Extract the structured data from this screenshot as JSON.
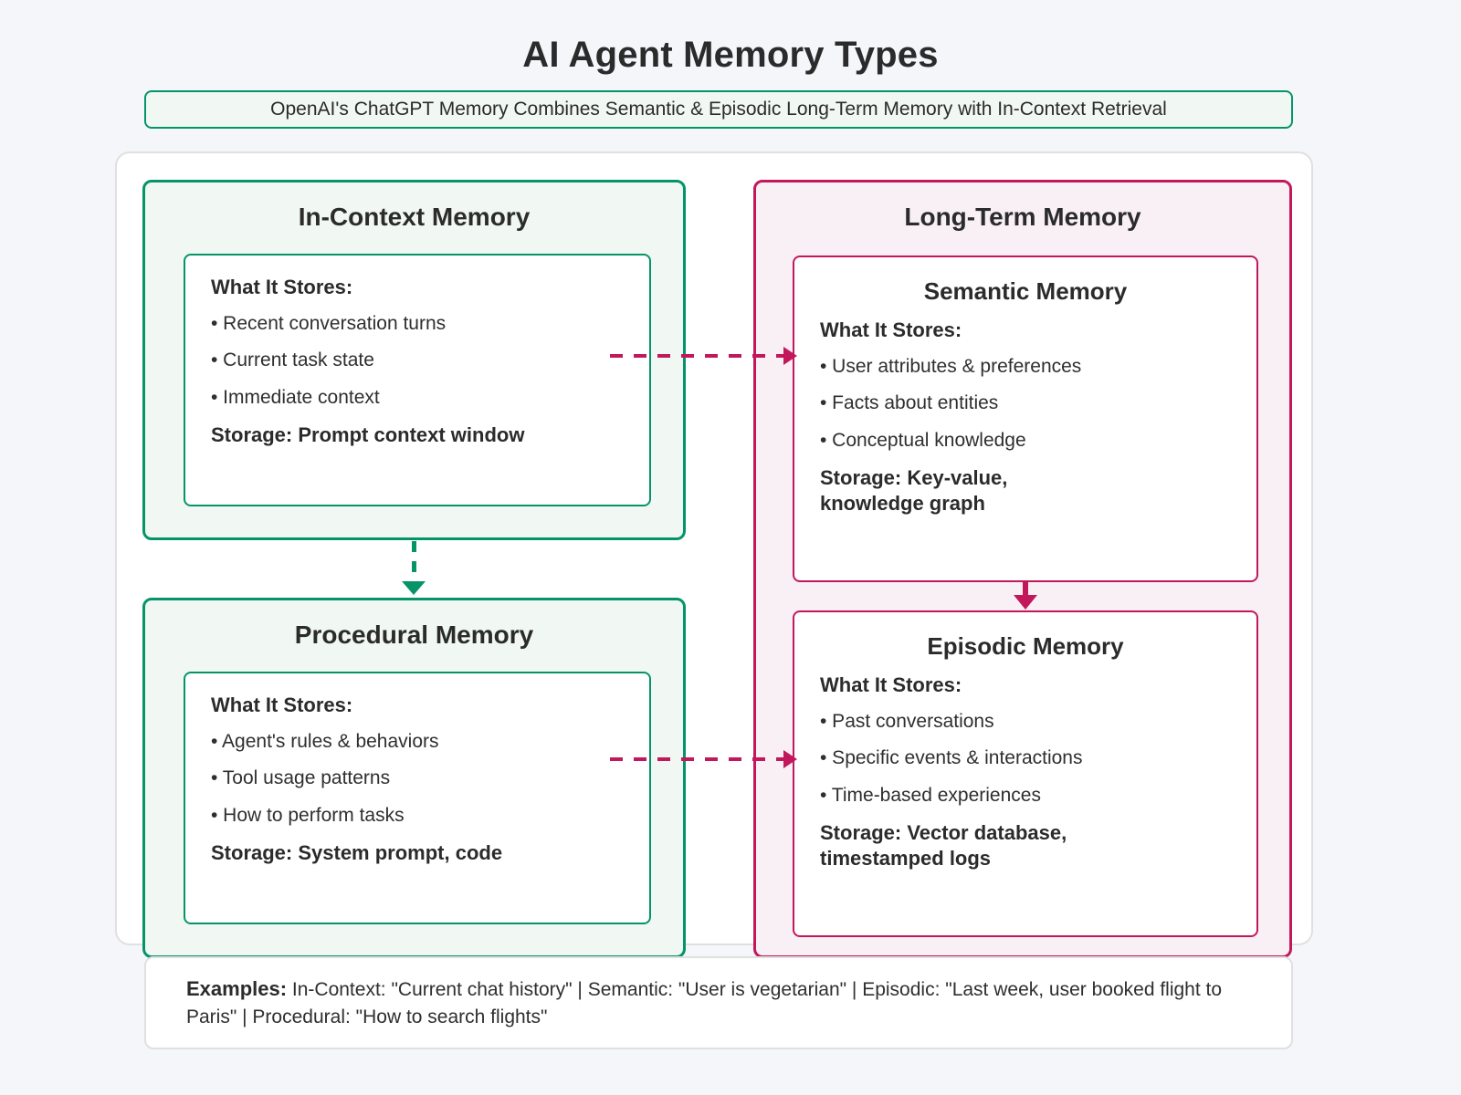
{
  "header": {
    "title": "AI Agent Memory Types",
    "subtitle": "OpenAI's ChatGPT Memory Combines Semantic & Episodic Long-Term Memory with In-Context Retrieval"
  },
  "colors": {
    "green": "#059468",
    "green_fill": "#f1f8f4",
    "magenta": "#c2185b",
    "magenta_fill": "#f9f0f5",
    "page_bg": "#f4f6fa",
    "container_border": "#e0e0e0",
    "text": "#2b2b2b"
  },
  "columns": {
    "left": {
      "panels": [
        {
          "heading": "In-Context Memory",
          "card": {
            "stores_label": "What It Stores:",
            "bullets": [
              "• Recent conversation turns",
              "• Current task state",
              "• Immediate context"
            ],
            "storage": "Storage: Prompt context window"
          }
        },
        {
          "heading": "Procedural Memory",
          "card": {
            "stores_label": "What It Stores:",
            "bullets": [
              "• Agent's rules & behaviors",
              "• Tool usage patterns",
              "• How to perform tasks"
            ],
            "storage": "Storage: System prompt, code"
          }
        }
      ]
    },
    "right": {
      "heading": "Long-Term Memory",
      "cards": [
        {
          "title": "Semantic Memory",
          "stores_label": "What It Stores:",
          "bullets": [
            "• User attributes & preferences",
            "• Facts about entities",
            "• Conceptual knowledge"
          ],
          "storage": "Storage: Key-value, knowledge graph"
        },
        {
          "title": "Episodic Memory",
          "stores_label": "What It Stores:",
          "bullets": [
            "• Past conversations",
            "• Specific events & interactions",
            "• Time-based experiences"
          ],
          "storage": "Storage: Vector database, timestamped logs"
        }
      ]
    }
  },
  "arrows": [
    {
      "name": "in-context-to-semantic",
      "style": "dashed",
      "color": "#c2185b",
      "direction": "right"
    },
    {
      "name": "procedural-to-episodic",
      "style": "dashed",
      "color": "#c2185b",
      "direction": "right"
    },
    {
      "name": "in-context-to-procedural",
      "style": "dashed",
      "color": "#059468",
      "direction": "down"
    },
    {
      "name": "semantic-to-episodic",
      "style": "solid",
      "color": "#c2185b",
      "direction": "down"
    }
  ],
  "footer": {
    "label": "Examples:",
    "text": " In-Context: \"Current chat history\" | Semantic: \"User is vegetarian\" | Episodic: \"Last week, user booked flight to Paris\" | Procedural: \"How to search flights\""
  }
}
